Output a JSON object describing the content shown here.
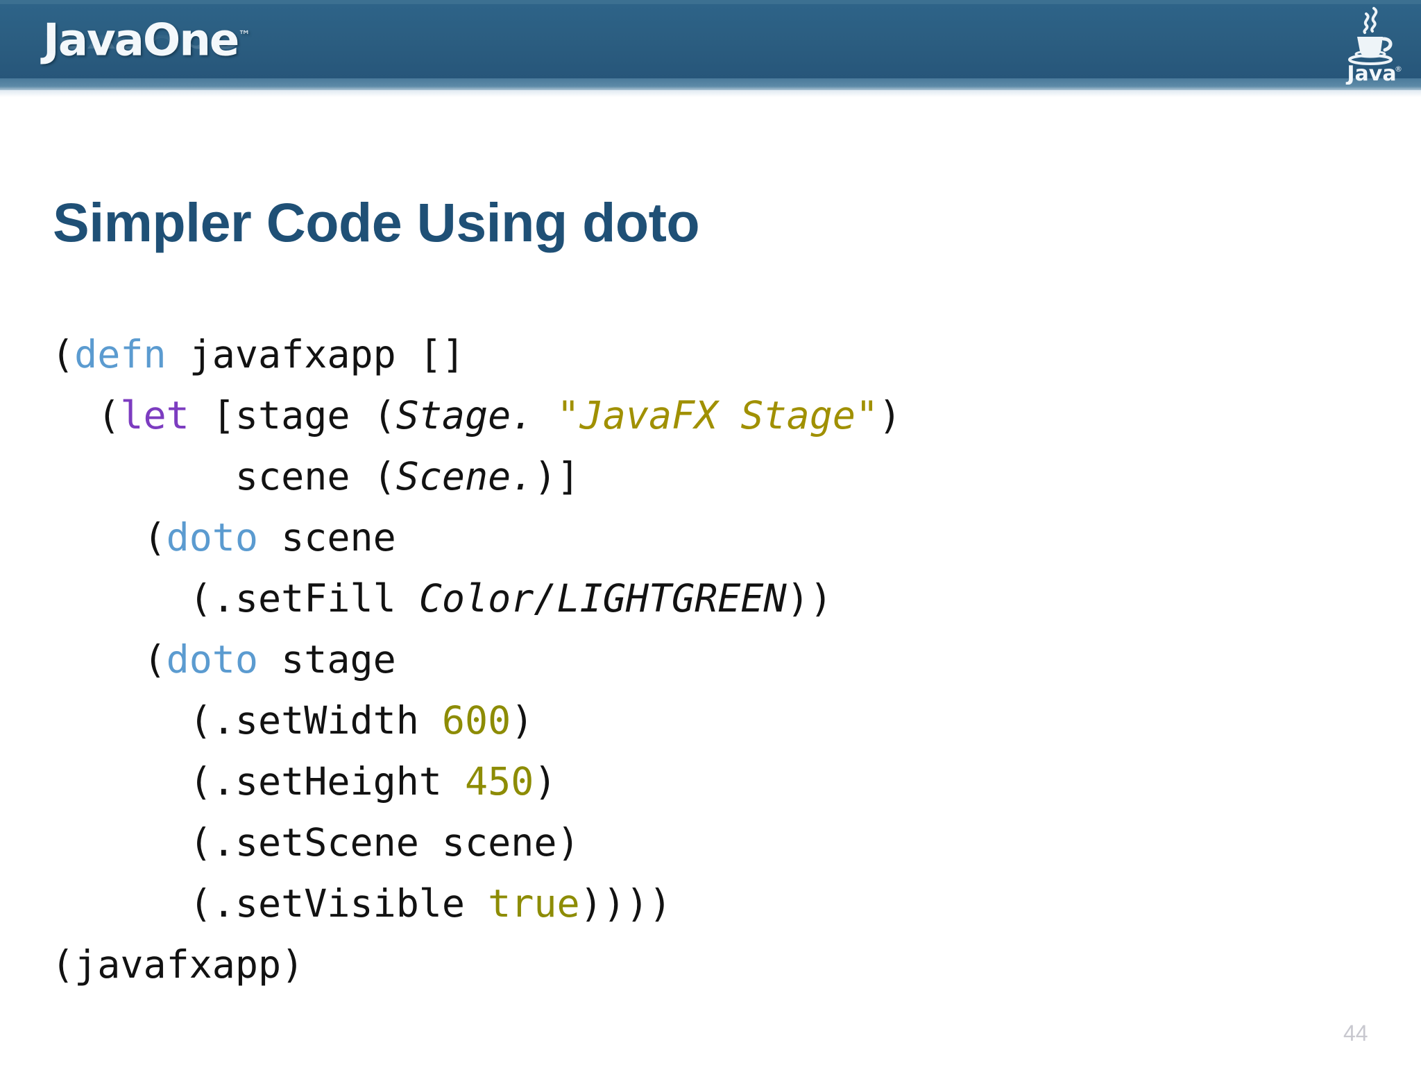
{
  "header": {
    "brand_wordmark": "JavaOne",
    "brand_tm": "™",
    "java_logo_label": "Java",
    "java_logo_tm": "®",
    "band_color": "#2b5d80",
    "sub_band_color": "#4a7a9a"
  },
  "title": {
    "text_normal": "Simpler Code Using ",
    "text_bold": "doto",
    "color": "#1f5076"
  },
  "code": {
    "language": "clojure",
    "colors": {
      "function": "#5b9bd0",
      "keyword": "#7c3cc0",
      "string": "#a09000",
      "number": "#8d8c05",
      "literal": "#8d8c05",
      "plain": "#121212"
    },
    "lines": [
      {
        "id": "line-1",
        "tokens": [
          {
            "t": "(",
            "k": "plain"
          },
          {
            "t": "defn",
            "k": "fn"
          },
          {
            "t": " javafxapp []",
            "k": "plain"
          }
        ]
      },
      {
        "id": "line-2",
        "tokens": [
          {
            "t": "  (",
            "k": "plain"
          },
          {
            "t": "let",
            "k": "kw"
          },
          {
            "t": " [stage (",
            "k": "plain"
          },
          {
            "t": "Stage.",
            "k": "cls"
          },
          {
            "t": " ",
            "k": "plain"
          },
          {
            "t": "\"JavaFX Stage\"",
            "k": "str"
          },
          {
            "t": ")",
            "k": "plain"
          }
        ]
      },
      {
        "id": "line-3",
        "tokens": [
          {
            "t": "        scene (",
            "k": "plain"
          },
          {
            "t": "Scene.",
            "k": "cls"
          },
          {
            "t": ")]",
            "k": "plain"
          }
        ]
      },
      {
        "id": "line-4",
        "tokens": [
          {
            "t": "    (",
            "k": "plain"
          },
          {
            "t": "doto",
            "k": "fn"
          },
          {
            "t": " scene",
            "k": "plain"
          }
        ]
      },
      {
        "id": "line-5",
        "tokens": [
          {
            "t": "      (.setFill ",
            "k": "plain"
          },
          {
            "t": "Color/LIGHTGREEN",
            "k": "cls"
          },
          {
            "t": "))",
            "k": "plain"
          }
        ]
      },
      {
        "id": "line-6",
        "tokens": [
          {
            "t": "    (",
            "k": "plain"
          },
          {
            "t": "doto",
            "k": "fn"
          },
          {
            "t": " stage",
            "k": "plain"
          }
        ]
      },
      {
        "id": "line-7",
        "tokens": [
          {
            "t": "      (.setWidth ",
            "k": "plain"
          },
          {
            "t": "600",
            "k": "num"
          },
          {
            "t": ")",
            "k": "plain"
          }
        ]
      },
      {
        "id": "line-8",
        "tokens": [
          {
            "t": "      (.setHeight ",
            "k": "plain"
          },
          {
            "t": "450",
            "k": "num"
          },
          {
            "t": ")",
            "k": "plain"
          }
        ]
      },
      {
        "id": "line-9",
        "tokens": [
          {
            "t": "      (.setScene scene)",
            "k": "plain"
          }
        ]
      },
      {
        "id": "line-10",
        "tokens": [
          {
            "t": "      (.setVisible ",
            "k": "plain"
          },
          {
            "t": "true",
            "k": "lit"
          },
          {
            "t": "))))",
            "k": "plain"
          }
        ]
      },
      {
        "id": "line-11",
        "tokens": [
          {
            "t": "(javafxapp)",
            "k": "plain"
          }
        ]
      }
    ]
  },
  "footer": {
    "page_number": "44"
  }
}
